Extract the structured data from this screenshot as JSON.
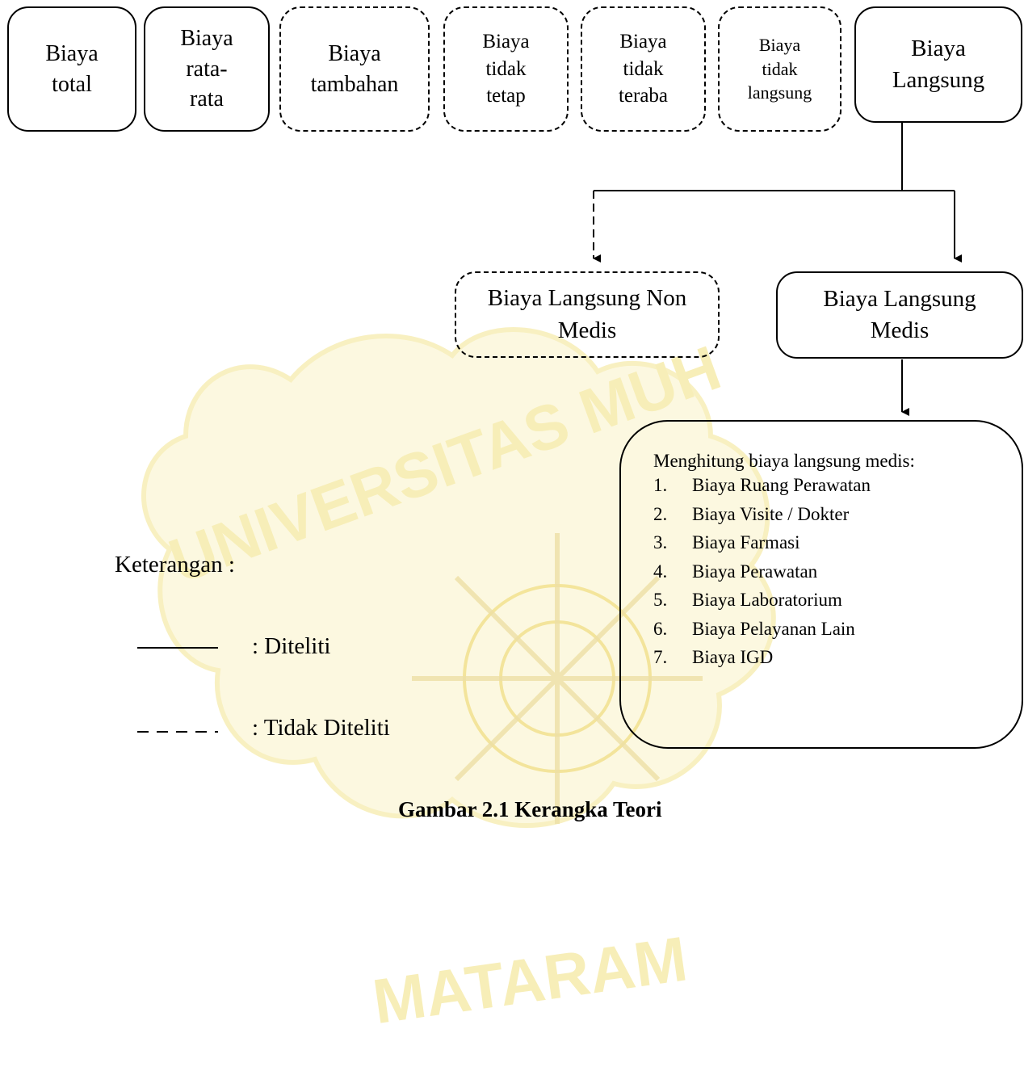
{
  "top_boxes": [
    {
      "label": "Biaya\ntotal",
      "style": "solid"
    },
    {
      "label": "Biaya\nrata-\nrata",
      "style": "solid"
    },
    {
      "label": "Biaya\ntambahan",
      "style": "dashed"
    },
    {
      "label": "Biaya\ntidak\ntetap",
      "style": "dashed"
    },
    {
      "label": "Biaya\ntidak\nteraba",
      "style": "dashed"
    },
    {
      "label": "Biaya\ntidak\nlangsung",
      "style": "dashed"
    },
    {
      "label": "Biaya\nLangsung",
      "style": "solid"
    }
  ],
  "branches": {
    "non_medis": {
      "label": "Biaya Langsung Non\nMedis",
      "style": "dashed"
    },
    "medis": {
      "label": "Biaya Langsung\nMedis",
      "style": "solid"
    }
  },
  "detail": {
    "title": "Menghitung biaya langsung medis:",
    "items": [
      {
        "num": "1.",
        "text": "Biaya Ruang Perawatan"
      },
      {
        "num": "2.",
        "text": "Biaya Visite / Dokter"
      },
      {
        "num": "3.",
        "text": "Biaya Farmasi"
      },
      {
        "num": "4.",
        "text": "Biaya Perawatan"
      },
      {
        "num": "5.",
        "text": "Biaya Laboratorium"
      },
      {
        "num": "6.",
        "text": "Biaya Pelayanan Lain"
      },
      {
        "num": "7.",
        "text": "Biaya IGD"
      }
    ]
  },
  "legend": {
    "title": "Keterangan :",
    "solid_label": ": Diteliti",
    "dashed_label": ": Tidak Diteliti"
  },
  "caption": "Gambar 2.1 Kerangka Teori",
  "watermark": {
    "text_top": "UNIVERSITAS MUH",
    "text_bottom": "MATARAM",
    "color": "#f5e99a"
  }
}
